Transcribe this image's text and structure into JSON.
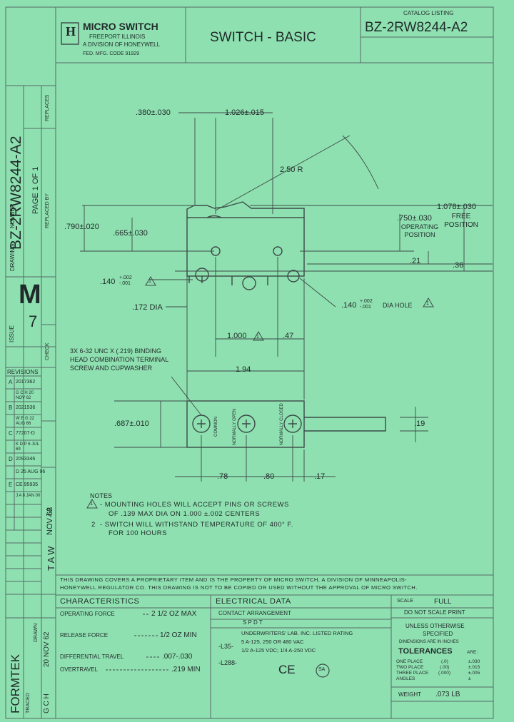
{
  "header": {
    "logo_letter": "H",
    "company": "MICRO SWITCH",
    "location": "FREEPORT ILLINOIS",
    "division": "A DIVISION OF HONEYWELL",
    "code": "FED. MFG. CODE 91929",
    "title": "SWITCH - BASIC",
    "catalog_label": "CATALOG LISTING",
    "catalog_number": "BZ-2RW8244-A2"
  },
  "left_strip": {
    "drawing_number": "BZ-2RW8244-A2",
    "page": "PAGE 1 OF 1",
    "drawing_label": "DRAWING",
    "number_label": "NUMBER",
    "replaces_label": "REPLACES",
    "replaced_by_label": "REPLACED BY",
    "issue_letter": "M",
    "issue_label": "ISSUE",
    "issue_number": "7",
    "check_label": "CHECK",
    "revisions_label": "REVISIONS",
    "revisions": [
      {
        "letter": "A",
        "text": "2017362"
      },
      {
        "letter": "",
        "text": "G C H 20 NOV 62"
      },
      {
        "letter": "B",
        "text": "2021536"
      },
      {
        "letter": "",
        "text": "W E G 22 AUG 66"
      },
      {
        "letter": "C",
        "text": "77207-D"
      },
      {
        "letter": "",
        "text": "K D P 6 JUL 69"
      },
      {
        "letter": "D",
        "text": "2093346"
      },
      {
        "letter": "",
        "text": "D 25 AUG 96"
      },
      {
        "letter": "E",
        "text": "CE 95935"
      },
      {
        "letter": "",
        "text": "J A 8 JAN 00"
      }
    ],
    "formtek": "FORMTEK",
    "drawn_label": "DRAWN",
    "drawn_date": "20 NOV 62",
    "drawn_by": "G C H",
    "traced_label": "TRACED",
    "checks": [
      "J A",
      "T A W",
      "NOV 62"
    ]
  },
  "dimensions": {
    "d380": ".380±.030",
    "d1026": "1.026±.015",
    "radius": "2.50 R",
    "d1078": "1.078±.030",
    "free_position": "FREE POSITION",
    "d790": ".790±.020",
    "d665": ".665±.030",
    "d750": ".750±.030",
    "operating_position": "OPERATING POSITION",
    "d21": ".21",
    "d36": ".36",
    "d140_left_main": ".140",
    "d140_left_tol": "+.002 -.001",
    "d172": ".172 DIA",
    "d140_right_main": ".140",
    "d140_right_tol": "+.002 -.001",
    "dia_hole": "DIA HOLE",
    "d1000": "1.000",
    "d47": ".47",
    "d194": "1.94",
    "d687": ".687±.010",
    "d19": ".19",
    "d78": ".78",
    "d80": ".80",
    "d17": ".17",
    "terminal_note": [
      "3X 6-32 UNC X (.219) BINDING",
      "HEAD COMBINATION TERMINAL",
      "SCREW AND CUPWASHER"
    ],
    "terminal_common": "COMMON",
    "terminal_nopen": "NORMALLY OPEN",
    "terminal_nclosed": "NORMALLY CLOSED",
    "flag": "1"
  },
  "notes": {
    "title": "NOTES",
    "n1_line1": "- MOUNTING HOLES WILL ACCEPT PINS OR SCREWS",
    "n1_line2": "OF .139 MAX DIA ON 1.000 ±.002 CENTERS",
    "n2_label": "2",
    "n2_line1": "- SWITCH WILL WITHSTAND TEMPERATURE OF 400° F.",
    "n2_line2": "FOR 100 HOURS"
  },
  "proprietary": [
    "THIS DRAWING COVERS A PROPRIETARY ITEM AND IS THE PROPERTY OF MICRO SWITCH, A DIVISION OF MINNEAPOLIS-",
    "HONEYWELL REGULATOR CO. THIS DRAWING IS NOT TO BE COPIED OR USED WITHOUT THE APPROVAL OF MICRO SWITCH."
  ],
  "characteristics": {
    "title": "CHARACTERISTICS",
    "rows": [
      {
        "label": "OPERATING FORCE",
        "value": "2 1/2 OZ MAX"
      },
      {
        "label": "RELEASE FORCE",
        "value": "1/2 OZ MIN"
      },
      {
        "label": "DIFFERENTIAL TRAVEL",
        "value": ".007-.030"
      },
      {
        "label": "OVERTRAVEL",
        "value": ".219 MIN"
      }
    ]
  },
  "electrical": {
    "title": "ELECTRICAL DATA",
    "contact_label": "CONTACT ARRANGEMENT",
    "contact_value": "S P D T",
    "ul_title": "UNDERWRITERS' LAB. INC. LISTED RATING",
    "ul_line1": "5 A-125, 250 OR 480 VAC",
    "ul_line2": "1/2 A-125 VDC; 1/4 A-250 VDC",
    "l35": "-L35-",
    "l288": "-L288-",
    "ce": "CE",
    "sa": "SA"
  },
  "scale_block": {
    "scale_label": "SCALE",
    "scale_value": "FULL",
    "do_not_scale": "DO NOT SCALE PRINT",
    "unless": "UNLESS OTHERWISE",
    "specified": "SPECIFIED",
    "dims_in": "DIMENSIONS ARE IN INCHES",
    "tolerances": "TOLERANCES",
    "are": "ARE:",
    "tol_rows": [
      {
        "label": "ONE PLACE",
        "code": "(.0)",
        "value": "±.030"
      },
      {
        "label": "TWO PLACE",
        "code": "(.00)",
        "value": "±.015"
      },
      {
        "label": "THREE PLACE",
        "code": "(.000)",
        "value": "±.005"
      },
      {
        "label": "ANGLES",
        "code": "",
        "value": "±"
      }
    ],
    "weight_label": "WEIGHT",
    "weight_value": ".073 LB"
  }
}
